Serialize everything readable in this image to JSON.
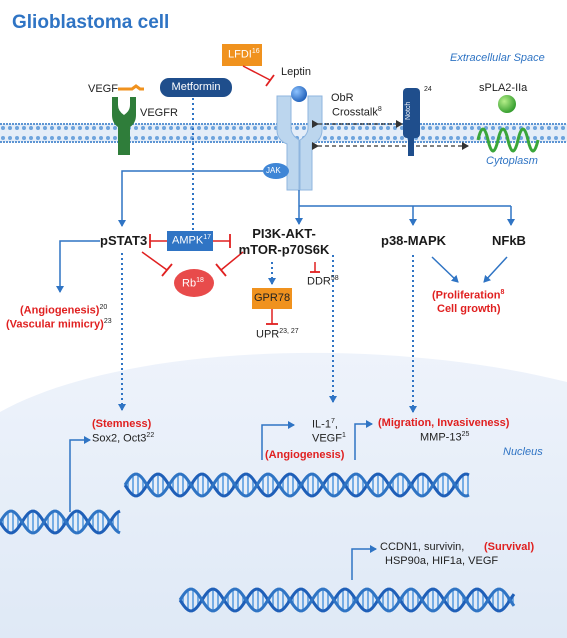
{
  "title": "Glioblastoma cell",
  "regions": {
    "extracellular": "Extracellular Space",
    "cytoplasm": "Cytoplasm",
    "nucleus": "Nucleus"
  },
  "receptors": {
    "vegf": "VEGF",
    "vegfr": "VEGFR",
    "metformin": "Metformin",
    "lfdi": "LFDI",
    "lfdi_ref": "16",
    "leptin": "Leptin",
    "obr": "ObR",
    "crosstalk": "Crosstalk",
    "crosstalk_ref": "8",
    "notch": "Notch",
    "notch_ref": "24",
    "spla2": "sPLA2-IIa",
    "jak": "JAK"
  },
  "pathways": {
    "pstat3": "pSTAT3",
    "ampk": "AMPK",
    "ampk_ref": "17",
    "rb": "Rb",
    "rb_ref": "18",
    "pi3k_line1": "PI3K-AKT-",
    "pi3k_line2": "mTOR-p70S6K",
    "ddr": "DDR",
    "ddr_ref": "58",
    "gpr78": "GPR78",
    "upr": "UPR",
    "upr_ref": "23, 27",
    "p38": "p38-MAPK",
    "nfkb": "NFkB"
  },
  "outcomes": {
    "angiogenesis1": "(Angiogenesis)",
    "angiogenesis1_ref": "20",
    "vascular": "(Vascular mimicry)",
    "vascular_ref": "23",
    "proliferation": "(Proliferation",
    "proliferation_ref": "8",
    "cell_growth": "Cell growth)",
    "stemness": "(Stemness)",
    "sox2": "Sox2, Oct3",
    "sox2_ref": "22",
    "il1": "IL-1",
    "il1_ref": "7",
    "il1_sep": ",",
    "vegf2": "VEGF",
    "vegf2_ref": "1",
    "angiogenesis2": "(Angiogenesis)",
    "migration": "(Migration, Invasiveness)",
    "mmp13": "MMP-13",
    "mmp13_ref": "25",
    "ccdn1": "CCDN1, survivin,",
    "survival": "(Survival)",
    "hsp90": "HSP90a, HIF1a, VEGF"
  },
  "colors": {
    "blue": "#2f74c4",
    "dark_blue": "#1f4e8c",
    "red": "#e02020",
    "orange": "#f0921e",
    "green": "#3aa63a",
    "receptor": "#bcd6ee"
  },
  "icons": [
    "vegfr-receptor-icon",
    "obr-receptor-icon",
    "notch-receptor-icon",
    "spla2-icon",
    "leptin-icon",
    "dna-helix-icon",
    "inhibit-arrow-icon"
  ]
}
